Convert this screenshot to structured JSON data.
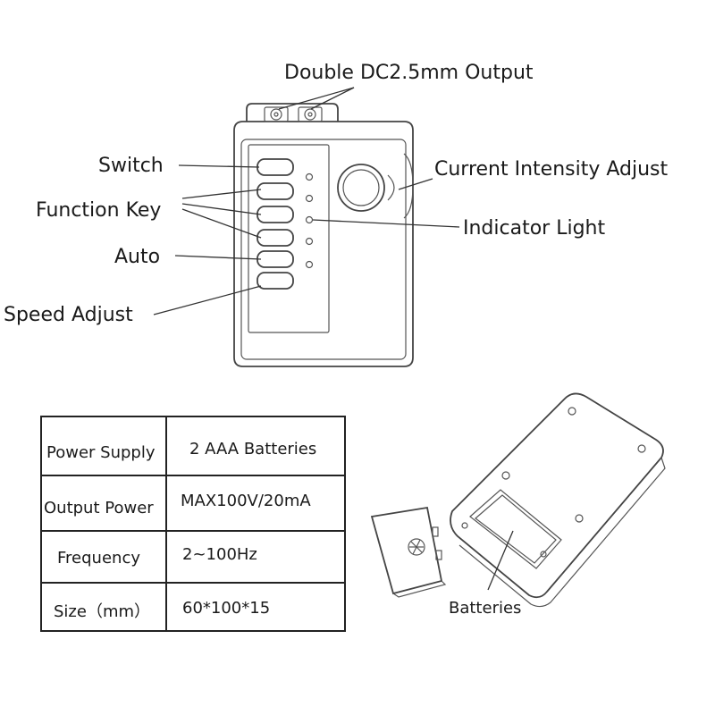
{
  "labels": {
    "output": "Double DC2.5mm Output",
    "switch": "Switch",
    "function_key": "Function Key",
    "auto": "Auto",
    "speed_adjust": "Speed Adjust",
    "current_adjust": "Current Intensity Adjust",
    "indicator": "Indicator Light",
    "batteries": "Batteries"
  },
  "spec_table": {
    "rows": [
      {
        "label": "Power Supply",
        "value": "2 AAA Batteries"
      },
      {
        "label": "Output Power",
        "value": "MAX100V/20mA"
      },
      {
        "label": "Frequency",
        "value": "2~100Hz"
      },
      {
        "label": "Size（mm）",
        "value": "60*100*15"
      }
    ]
  }
}
